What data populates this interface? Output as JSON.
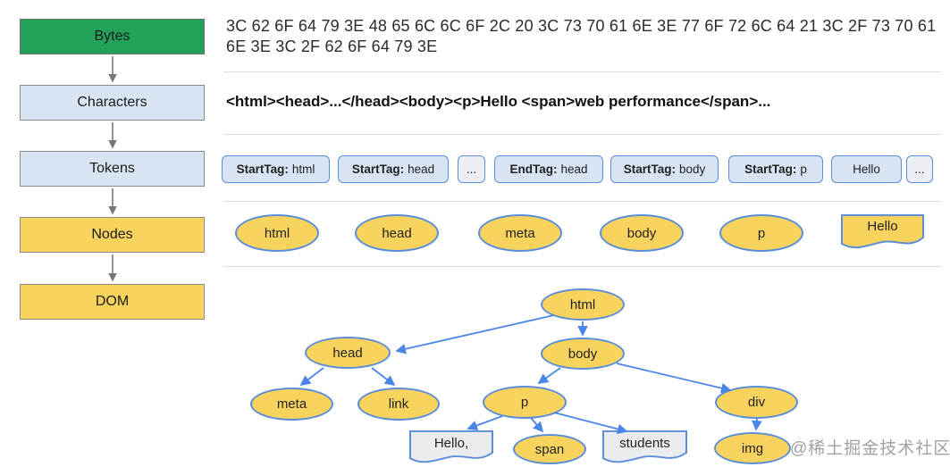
{
  "pipeline": {
    "stages": [
      {
        "label": "Bytes",
        "color": "#22A158"
      },
      {
        "label": "Characters",
        "color": "#D8E4F2"
      },
      {
        "label": "Tokens",
        "color": "#D8E4F2"
      },
      {
        "label": "Nodes",
        "color": "#F8D45F"
      },
      {
        "label": "DOM",
        "color": "#F8D45F"
      }
    ]
  },
  "bytes_row": {
    "line1": "3C 62 6F 64 79 3E 48 65 6C 6C 6F 2C 20 3C 73 70 61 6E 3E 77 6F 72 6C 64 21 3C 2F 73 70 61",
    "line2": "6E 3E 3C 2F 62 6F 64 79 3E"
  },
  "characters_row": {
    "text": "<html><head>...</head><body><p>Hello <span>web performance</span>..."
  },
  "tokens_row": {
    "tokens": [
      {
        "prefix": "StartTag:",
        "value": "html"
      },
      {
        "prefix": "StartTag:",
        "value": "head"
      },
      {
        "prefix": "",
        "value": "..."
      },
      {
        "prefix": "EndTag:",
        "value": "head"
      },
      {
        "prefix": "StartTag:",
        "value": "body"
      },
      {
        "prefix": "StartTag:",
        "value": "p"
      },
      {
        "prefix": "",
        "value": "Hello"
      },
      {
        "prefix": "",
        "value": "..."
      }
    ]
  },
  "nodes_row": {
    "ellipses": [
      "html",
      "head",
      "meta",
      "body",
      "p"
    ],
    "doc_node": "Hello"
  },
  "dom_tree": {
    "html": "html",
    "head": "head",
    "body": "body",
    "meta": "meta",
    "link": "link",
    "p": "p",
    "div": "div",
    "span": "span",
    "img": "img",
    "hello_text": "Hello,",
    "students_text": "students"
  },
  "watermark": "@稀土掘金技术社区",
  "colors": {
    "stage_green": "#22A158",
    "stage_light_blue": "#D8E4F2",
    "stage_yellow": "#F8D45F",
    "node_border_blue": "#5B8DD9",
    "arrow_blue": "#4A86E8",
    "arrow_gray": "#777777",
    "token_fill": "#D8E4F3",
    "doc_gray_fill": "#EBECF0",
    "divider": "#DCDCDC"
  }
}
